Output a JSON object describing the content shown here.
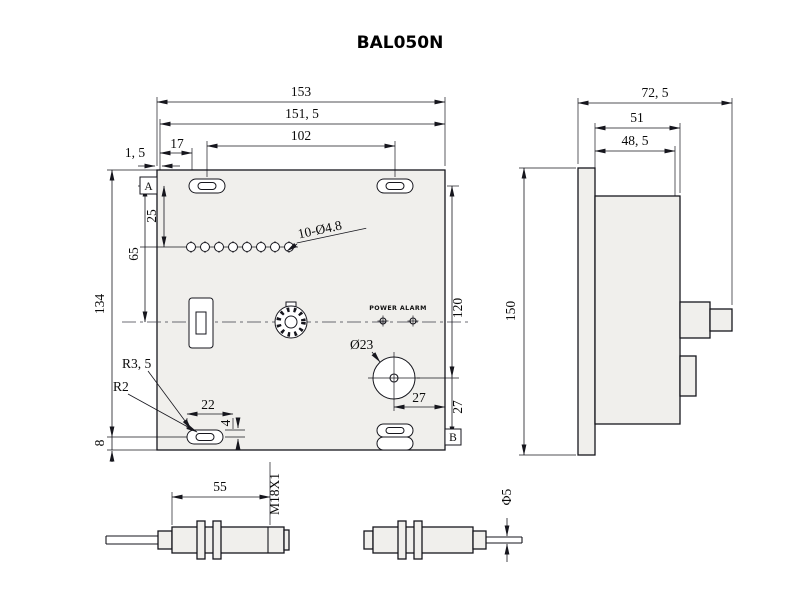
{
  "title": "BAL050N",
  "front": {
    "dim_153": "153",
    "dim_151_5": "151, 5",
    "dim_102": "102",
    "dim_17": "17",
    "dim_1_5": "1, 5",
    "dim_25": "25",
    "dim_65": "65",
    "dim_134": "134",
    "dim_8": "8",
    "dim_120": "120",
    "dim_27_vertical": "27",
    "dim_27_horizontal": "27",
    "dim_22": "22",
    "dim_4": "4",
    "radius_r3_5": "R3, 5",
    "radius_r2": "R2",
    "holes_note": "10-Ø4.8",
    "knockout_dia": "Ø23",
    "datum_a": "A",
    "datum_b": "B",
    "power_alarm_label": "POWER ALARM"
  },
  "side": {
    "dim_72_5": "72, 5",
    "dim_51": "51",
    "dim_48_5": "48, 5",
    "dim_150": "150"
  },
  "sensor_left": {
    "dim_55": "55",
    "thread_label": "M18X1"
  },
  "sensor_right": {
    "cable_dia": "Φ5"
  }
}
